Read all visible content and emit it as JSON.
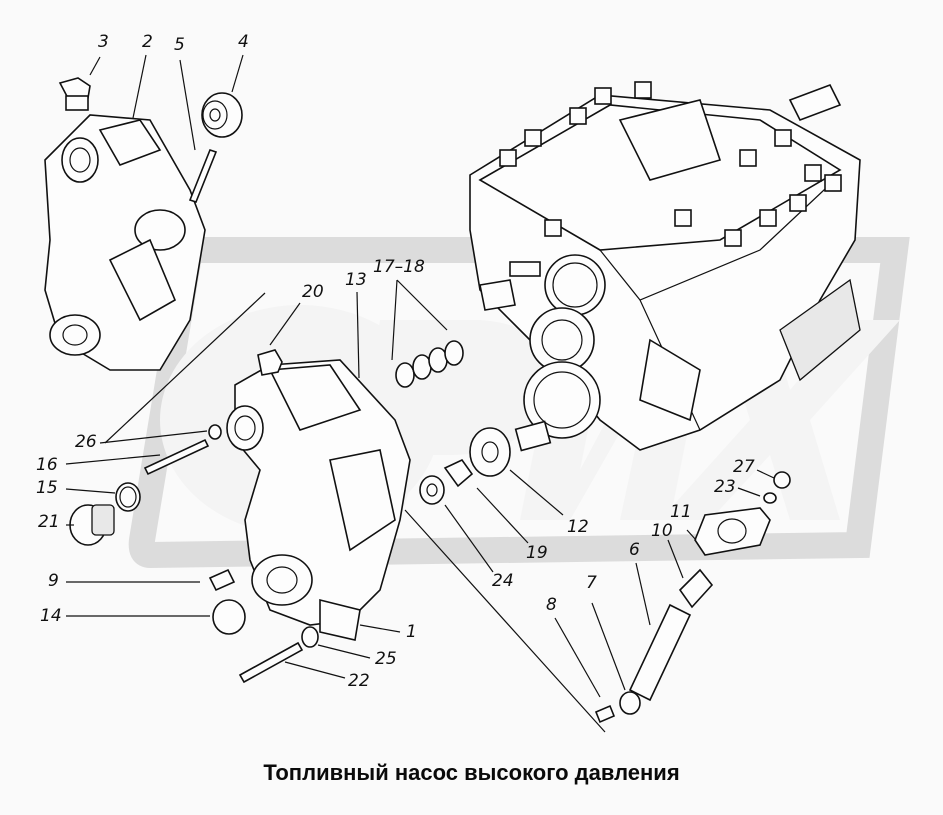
{
  "diagram": {
    "title": "Топливный насос высокого давления",
    "watermark": {
      "text": "ОРИ",
      "color": "#dcdcdc"
    },
    "background_color": "#fafafa",
    "line_color": "#111111",
    "callouts": [
      {
        "id": "c3",
        "label": "3"
      },
      {
        "id": "c2",
        "label": "2"
      },
      {
        "id": "c5",
        "label": "5"
      },
      {
        "id": "c4",
        "label": "4"
      },
      {
        "id": "c20",
        "label": "20"
      },
      {
        "id": "c13",
        "label": "13"
      },
      {
        "id": "c1718",
        "label": "17–18"
      },
      {
        "id": "c26",
        "label": "26"
      },
      {
        "id": "c16",
        "label": "16"
      },
      {
        "id": "c15",
        "label": "15"
      },
      {
        "id": "c21",
        "label": "21"
      },
      {
        "id": "c9",
        "label": "9"
      },
      {
        "id": "c14",
        "label": "14"
      },
      {
        "id": "c1",
        "label": "1"
      },
      {
        "id": "c25",
        "label": "25"
      },
      {
        "id": "c22",
        "label": "22"
      },
      {
        "id": "c24",
        "label": "24"
      },
      {
        "id": "c19",
        "label": "19"
      },
      {
        "id": "c12",
        "label": "12"
      },
      {
        "id": "c8",
        "label": "8"
      },
      {
        "id": "c7",
        "label": "7"
      },
      {
        "id": "c6",
        "label": "6"
      },
      {
        "id": "c10",
        "label": "10"
      },
      {
        "id": "c11",
        "label": "11"
      },
      {
        "id": "c27",
        "label": "27"
      },
      {
        "id": "c23",
        "label": "23"
      }
    ]
  }
}
